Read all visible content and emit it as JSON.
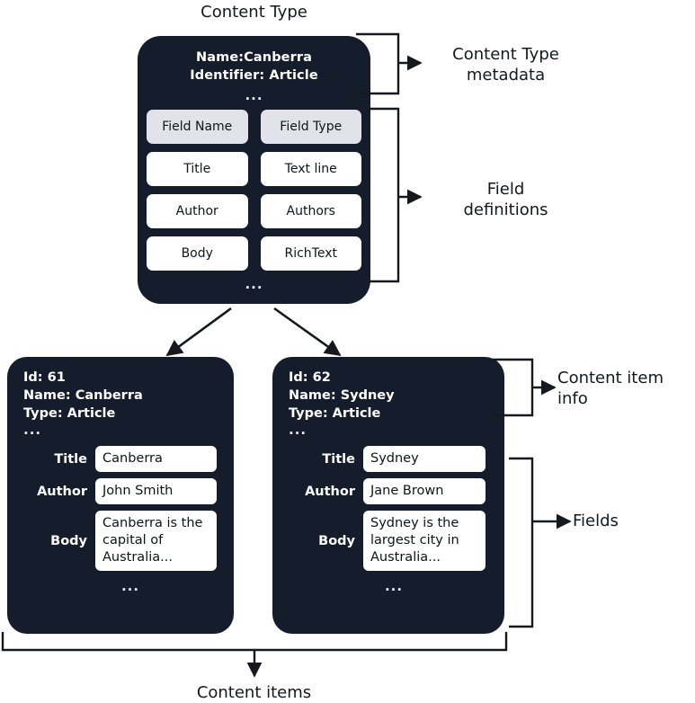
{
  "diagram": {
    "title": "Content Type",
    "bottom_label": "Content items",
    "colors": {
      "card_background": "#151c2c",
      "card_text": "#ffffff",
      "cell_background": "#ffffff",
      "header_cell_background": "#e2e2ea",
      "page_background": "#ffffff",
      "line": "#16181d"
    }
  },
  "content_type": {
    "metadata": {
      "name_line": "Name:Canberra",
      "identifier_line": "Identifier: Article",
      "ellipsis": "..."
    },
    "table": {
      "headers": [
        "Field Name",
        "Field Type"
      ],
      "rows": [
        [
          "Title",
          "Text line"
        ],
        [
          "Author",
          "Authors"
        ],
        [
          "Body",
          "RichText"
        ]
      ],
      "ellipsis": "..."
    }
  },
  "content_items": [
    {
      "info": {
        "id_line": "Id: 61",
        "name_line": "Name: Canberra",
        "type_line": "Type: Article",
        "ellipsis": "..."
      },
      "fields": [
        {
          "label": "Title",
          "value": "Canberra"
        },
        {
          "label": "Author",
          "value": "John Smith"
        },
        {
          "label": "Body",
          "value": "Canberra is the capital of Australia..."
        }
      ],
      "ellipsis": "..."
    },
    {
      "info": {
        "id_line": "Id: 62",
        "name_line": "Name: Sydney",
        "type_line": "Type: Article",
        "ellipsis": "..."
      },
      "fields": [
        {
          "label": "Title",
          "value": "Sydney"
        },
        {
          "label": "Author",
          "value": "Jane Brown"
        },
        {
          "label": "Body",
          "value": "Sydney is the largest city in Australia..."
        }
      ],
      "ellipsis": "..."
    }
  ],
  "annotations": [
    {
      "key": "content_type_metadata",
      "text": "Content Type\nmetadata"
    },
    {
      "key": "field_definitions",
      "text": "Field\ndefinitions"
    },
    {
      "key": "content_item_info",
      "text": "Content item\ninfo"
    },
    {
      "key": "fields",
      "text": "Fields"
    }
  ]
}
